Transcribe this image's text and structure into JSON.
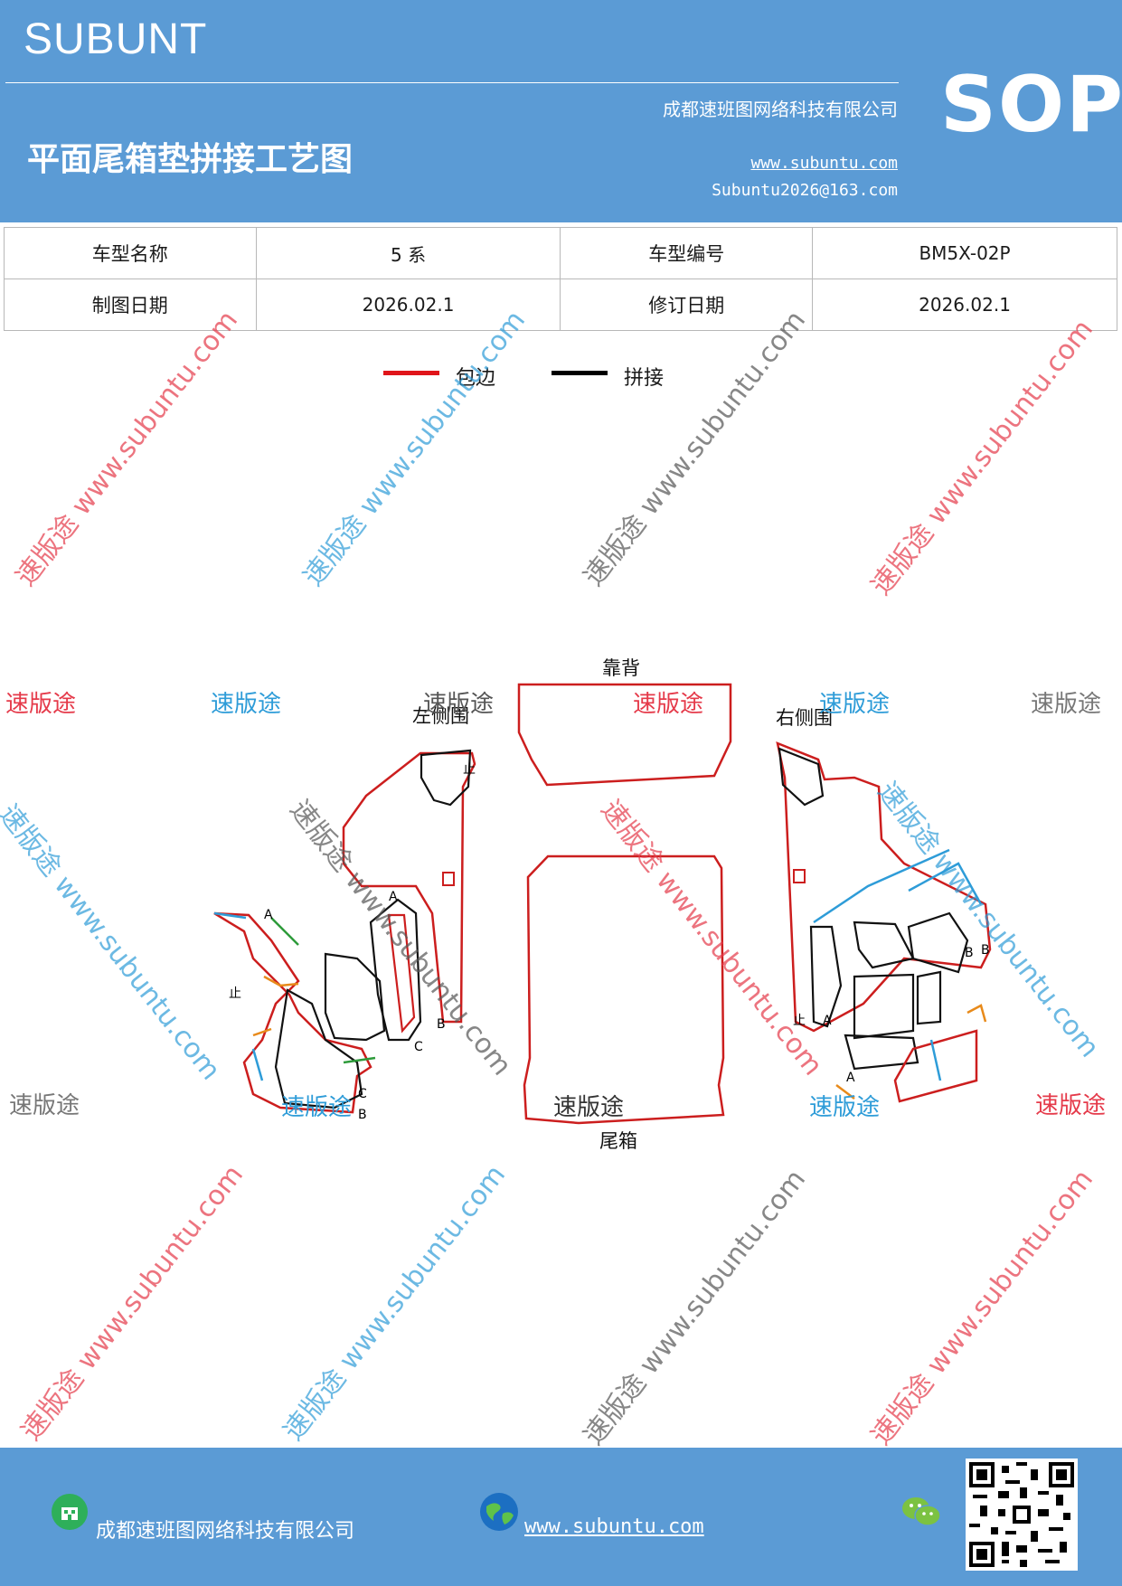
{
  "header": {
    "brand": "SUBUNT",
    "title": "平面尾箱垫拼接工艺图",
    "company": "成都速班图网络科技有限公司",
    "website": "www.subuntu.com",
    "email": "Subuntu2026@163.com",
    "badge": "SOP"
  },
  "info_table": [
    [
      "车型名称",
      "5 系",
      "车型编号",
      "BM5X-02P"
    ],
    [
      "制图日期",
      "2026.02.1",
      "修订日期",
      "2026.02.1"
    ]
  ],
  "legend": {
    "items": [
      {
        "label": "包边",
        "color": "#e0151a"
      },
      {
        "label": "拼接",
        "color": "#000000"
      }
    ]
  },
  "watermark": {
    "diagonal_text": "速版途 www.subuntu.com",
    "short_text": "速版途",
    "colors": {
      "red": "#e53a4a",
      "blue": "#2e9cd8",
      "gray": "#777777"
    }
  },
  "diagram": {
    "labels": {
      "back": "靠背",
      "trunk": "尾箱",
      "left_side": "左侧围",
      "right_side": "右侧围"
    },
    "markers": [
      "A",
      "B",
      "C",
      "止"
    ]
  },
  "footer": {
    "company": "成都速班图网络科技有限公司",
    "website": "www.subuntu.com"
  }
}
